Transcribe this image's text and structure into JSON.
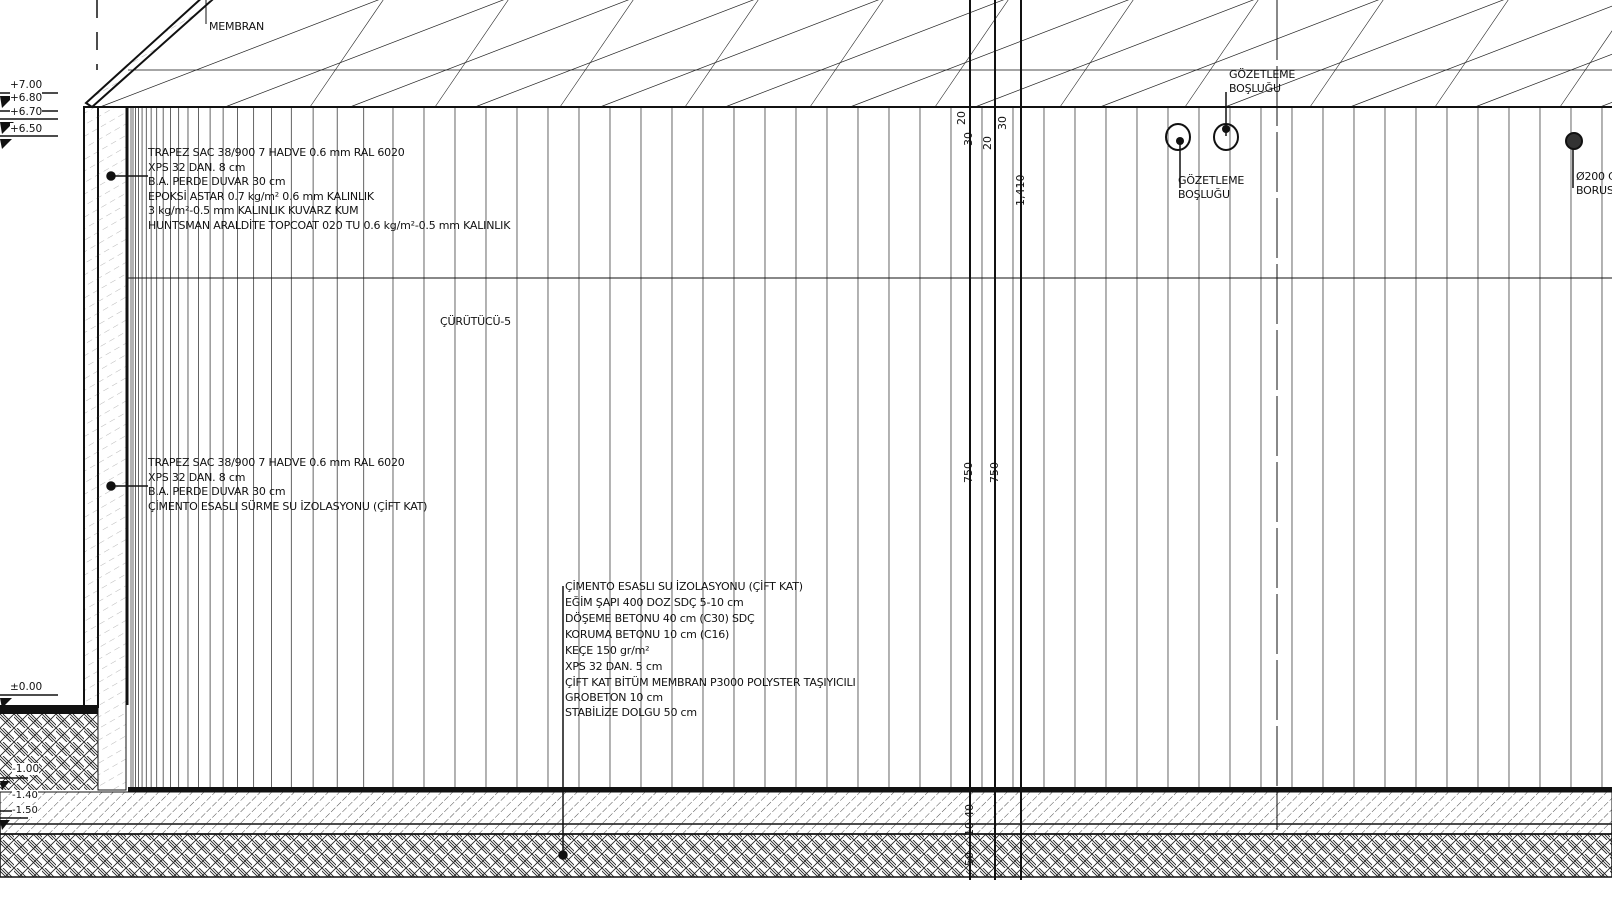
{
  "title_labels": {
    "membran": "MEMBRAN",
    "curutucu": "ÇÜRÜTÜCÜ-5",
    "gozetleme_top": [
      "GÖZETLEME",
      "BOŞLUĞU"
    ],
    "gozetleme_bottom": [
      "GÖZETLEME",
      "BOŞLUĞU"
    ],
    "pipe": [
      "Ø200 C",
      "BORUS"
    ]
  },
  "levels": [
    "+7.00",
    "+6.80",
    "+6.70",
    "+6.50",
    "±0.00",
    "-1.00",
    "-1.40",
    "-1.50"
  ],
  "wall_upper_layers": [
    "TRAPEZ SAC 38/900 7 HADVE 0.6 mm RAL 6020",
    "XPS 32 DAN. 8 cm",
    "B.A. PERDE DUVAR 30 cm",
    "EPOKSİ ASTAR 0.7 kg/m² 0.6 mm KALINLIK",
    "3 kg/m²-0.5 mm KALINLIK KUVARZ KUM",
    "HUNTSMAN ARALDİTE TOPCOAT 020 TU 0.6 kg/m²-0.5 mm KALINLIK"
  ],
  "wall_lower_layers": [
    "TRAPEZ SAC 38/900 7 HADVE 0.6 mm RAL 6020",
    "XPS 32 DAN. 8 cm",
    "B.A. PERDE DUVAR 30 cm",
    "ÇİMENTO ESASLI SÜRME SU İZOLASYONU (ÇİFT KAT)"
  ],
  "floor_layers": [
    "ÇİMENTO ESASLI SU İZOLASYONU (ÇİFT KAT)",
    "EĞİM ŞAPI 400 DOZ SDÇ 5-10 cm",
    "DÖŞEME BETONU 40 cm (C30) SDÇ",
    "KORUMA BETONU 10 cm (C16)",
    "KEÇE 150 gr/m²",
    "XPS 32 DAN. 5 cm",
    "ÇİFT KAT BİTÜM MEMBRAN P3000 POLYSTER TAŞIYICILI",
    "GROBETON 10 cm",
    "STABİLİZE DOLGU 50 cm"
  ],
  "dimensions": {
    "top_a": [
      "20",
      "30"
    ],
    "top_b": [
      "30",
      "20"
    ],
    "total": "1,410",
    "mid_a": "750",
    "mid_b": "750",
    "bottom": [
      "40",
      "10",
      "50"
    ]
  }
}
